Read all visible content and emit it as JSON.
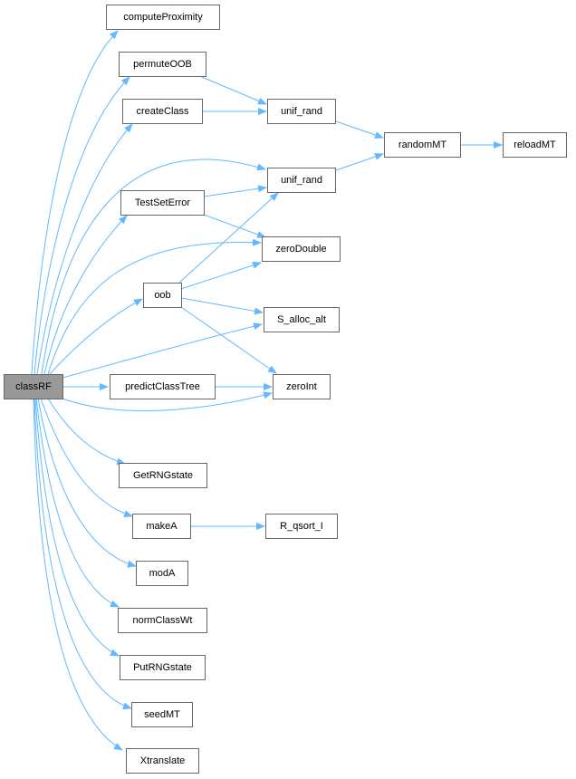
{
  "graph": {
    "root": "classRF",
    "nodes": {
      "classRF": "classRF",
      "computeProximity": "computeProximity",
      "permuteOOB": "permuteOOB",
      "createClass": "createClass",
      "TestSetError": "TestSetError",
      "oob": "oob",
      "predictClassTree": "predictClassTree",
      "GetRNGstate": "GetRNGstate",
      "makeA": "makeA",
      "modA": "modA",
      "normClassWt": "normClassWt",
      "PutRNGstate": "PutRNGstate",
      "seedMT": "seedMT",
      "Xtranslate": "Xtranslate",
      "unif_rand_1": "unif_rand",
      "unif_rand_2": "unif_rand",
      "zeroDouble": "zeroDouble",
      "S_alloc_alt": "S_alloc_alt",
      "zeroInt": "zeroInt",
      "R_qsort_I": "R_qsort_I",
      "randomMT": "randomMT",
      "reloadMT": "reloadMT"
    },
    "edges": [
      [
        "classRF",
        "computeProximity"
      ],
      [
        "classRF",
        "permuteOOB"
      ],
      [
        "classRF",
        "createClass"
      ],
      [
        "classRF",
        "unif_rand_2"
      ],
      [
        "classRF",
        "TestSetError"
      ],
      [
        "classRF",
        "zeroDouble"
      ],
      [
        "classRF",
        "oob"
      ],
      [
        "classRF",
        "S_alloc_alt"
      ],
      [
        "classRF",
        "predictClassTree"
      ],
      [
        "classRF",
        "zeroInt"
      ],
      [
        "classRF",
        "GetRNGstate"
      ],
      [
        "classRF",
        "makeA"
      ],
      [
        "classRF",
        "modA"
      ],
      [
        "classRF",
        "normClassWt"
      ],
      [
        "classRF",
        "PutRNGstate"
      ],
      [
        "classRF",
        "seedMT"
      ],
      [
        "classRF",
        "Xtranslate"
      ],
      [
        "permuteOOB",
        "unif_rand_1"
      ],
      [
        "createClass",
        "unif_rand_1"
      ],
      [
        "unif_rand_1",
        "randomMT"
      ],
      [
        "unif_rand_2",
        "randomMT"
      ],
      [
        "randomMT",
        "reloadMT"
      ],
      [
        "TestSetError",
        "unif_rand_2"
      ],
      [
        "TestSetError",
        "zeroDouble"
      ],
      [
        "oob",
        "unif_rand_2"
      ],
      [
        "oob",
        "zeroDouble"
      ],
      [
        "oob",
        "S_alloc_alt"
      ],
      [
        "oob",
        "zeroInt"
      ],
      [
        "predictClassTree",
        "zeroInt"
      ],
      [
        "makeA",
        "R_qsort_I"
      ]
    ],
    "colors": {
      "edge": "#63b8ff",
      "root_fill": "#999999",
      "node_border": "#666666"
    }
  }
}
